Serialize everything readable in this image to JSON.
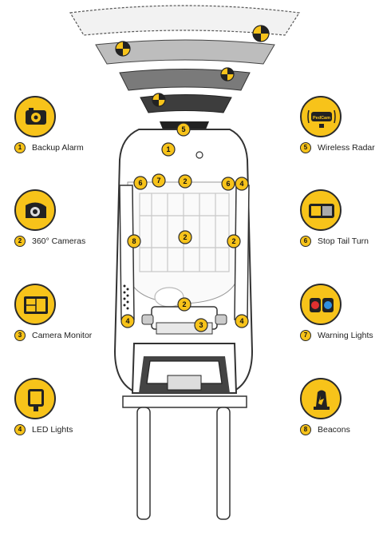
{
  "features": [
    {
      "num": "1",
      "label": "Backup Alarm",
      "icon": "backup-alarm-icon"
    },
    {
      "num": "2",
      "label": "360° Cameras",
      "icon": "camera-icon"
    },
    {
      "num": "3",
      "label": "Camera Monitor",
      "icon": "monitor-icon"
    },
    {
      "num": "4",
      "label": "LED Lights",
      "icon": "led-light-icon"
    },
    {
      "num": "5",
      "label": "Wireless Radar",
      "icon": "radar-icon"
    },
    {
      "num": "6",
      "label": "Stop Tail Turn",
      "icon": "stop-tail-turn-icon"
    },
    {
      "num": "7",
      "label": "Warning Lights",
      "icon": "warning-lights-icon"
    },
    {
      "num": "8",
      "label": "Beacons",
      "icon": "beacon-icon"
    }
  ],
  "markers": [
    "5",
    "1",
    "6",
    "7",
    "2",
    "6",
    "4",
    "2",
    "8",
    "2",
    "2",
    "4",
    "3",
    "4"
  ],
  "radar_brand_text": "PedCam",
  "colors": {
    "accent": "#f7c31a",
    "outline": "#2b2b2b"
  }
}
